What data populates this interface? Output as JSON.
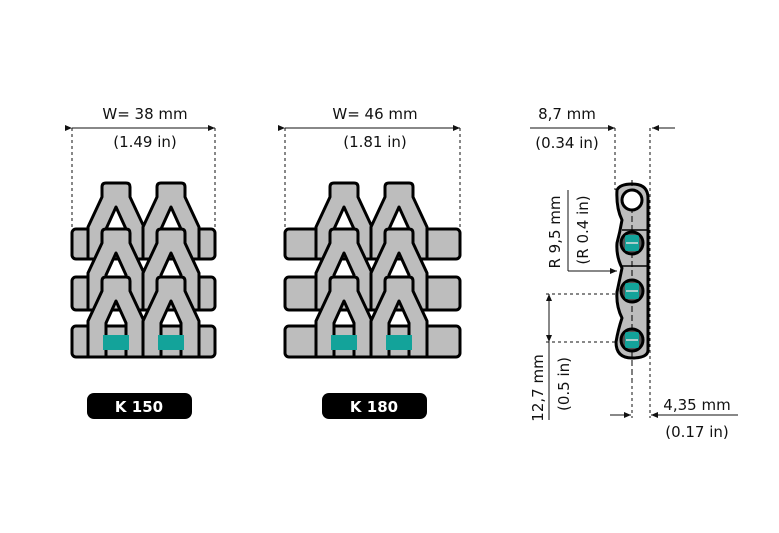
{
  "colors": {
    "link": "#bdbdbd",
    "outline": "#000000",
    "pin": "#13a39a",
    "badge": "#000000"
  },
  "chains": [
    {
      "width_mm": "W= 38 mm",
      "width_in": "(1.49 in)",
      "label": "K 150"
    },
    {
      "width_mm": "W= 46 mm",
      "width_in": "(1.81 in)",
      "label": "K 180"
    }
  ],
  "side_view": {
    "thickness_mm": "8,7 mm",
    "thickness_in": "(0.34 in)",
    "radius_mm": "R 9,5 mm",
    "radius_in": "(R 0.4 in)",
    "pitch_mm": "12,7 mm",
    "pitch_in": "(0.5 in)",
    "offset_mm": "4,35 mm",
    "offset_in": "(0.17 in)"
  }
}
